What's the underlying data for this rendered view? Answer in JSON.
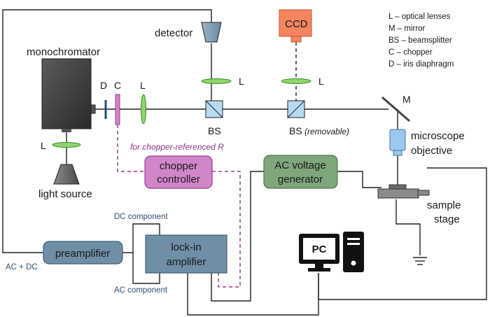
{
  "legend": {
    "items": [
      "L – optical lenses",
      "M – mirror",
      "BS – beamsplitter",
      "C – chopper",
      "D – iris diaphragm"
    ]
  },
  "labels": {
    "monochromator": "monochromator",
    "detector": "detector",
    "ccd": "CCD",
    "lens": "L",
    "mirror": "M",
    "diaphragm": "D",
    "chopper": "C",
    "bs": "BS",
    "bs_removable": "(removable)",
    "microscope_objective_line1": "microscope",
    "microscope_objective_line2": "objective",
    "light_source": "light source",
    "sample_stage_line1": "sample",
    "sample_stage_line2": "stage",
    "chopper_note": "for chopper-referenced R",
    "chopper_controller_line1": "chopper",
    "chopper_controller_line2": "controller",
    "ac_gen_line1": "AC voltage",
    "ac_gen_line2": "generator",
    "preamplifier": "preamplifier",
    "lockin_line1": "lock-in",
    "lockin_line2": "amplifier",
    "ac_dc": "AC + DC",
    "dc_component": "DC component",
    "ac_component": "AC component",
    "pc": "PC"
  },
  "colors": {
    "ccd": "#f4845f",
    "controller": "#d186c9",
    "generator": "#7fa67c",
    "preamp": "#6e8fa6",
    "lens": "#8fd46e",
    "objective": "#9cc8ee",
    "bs": "#b5dbf2",
    "chopper_line": "#9b3c96"
  }
}
